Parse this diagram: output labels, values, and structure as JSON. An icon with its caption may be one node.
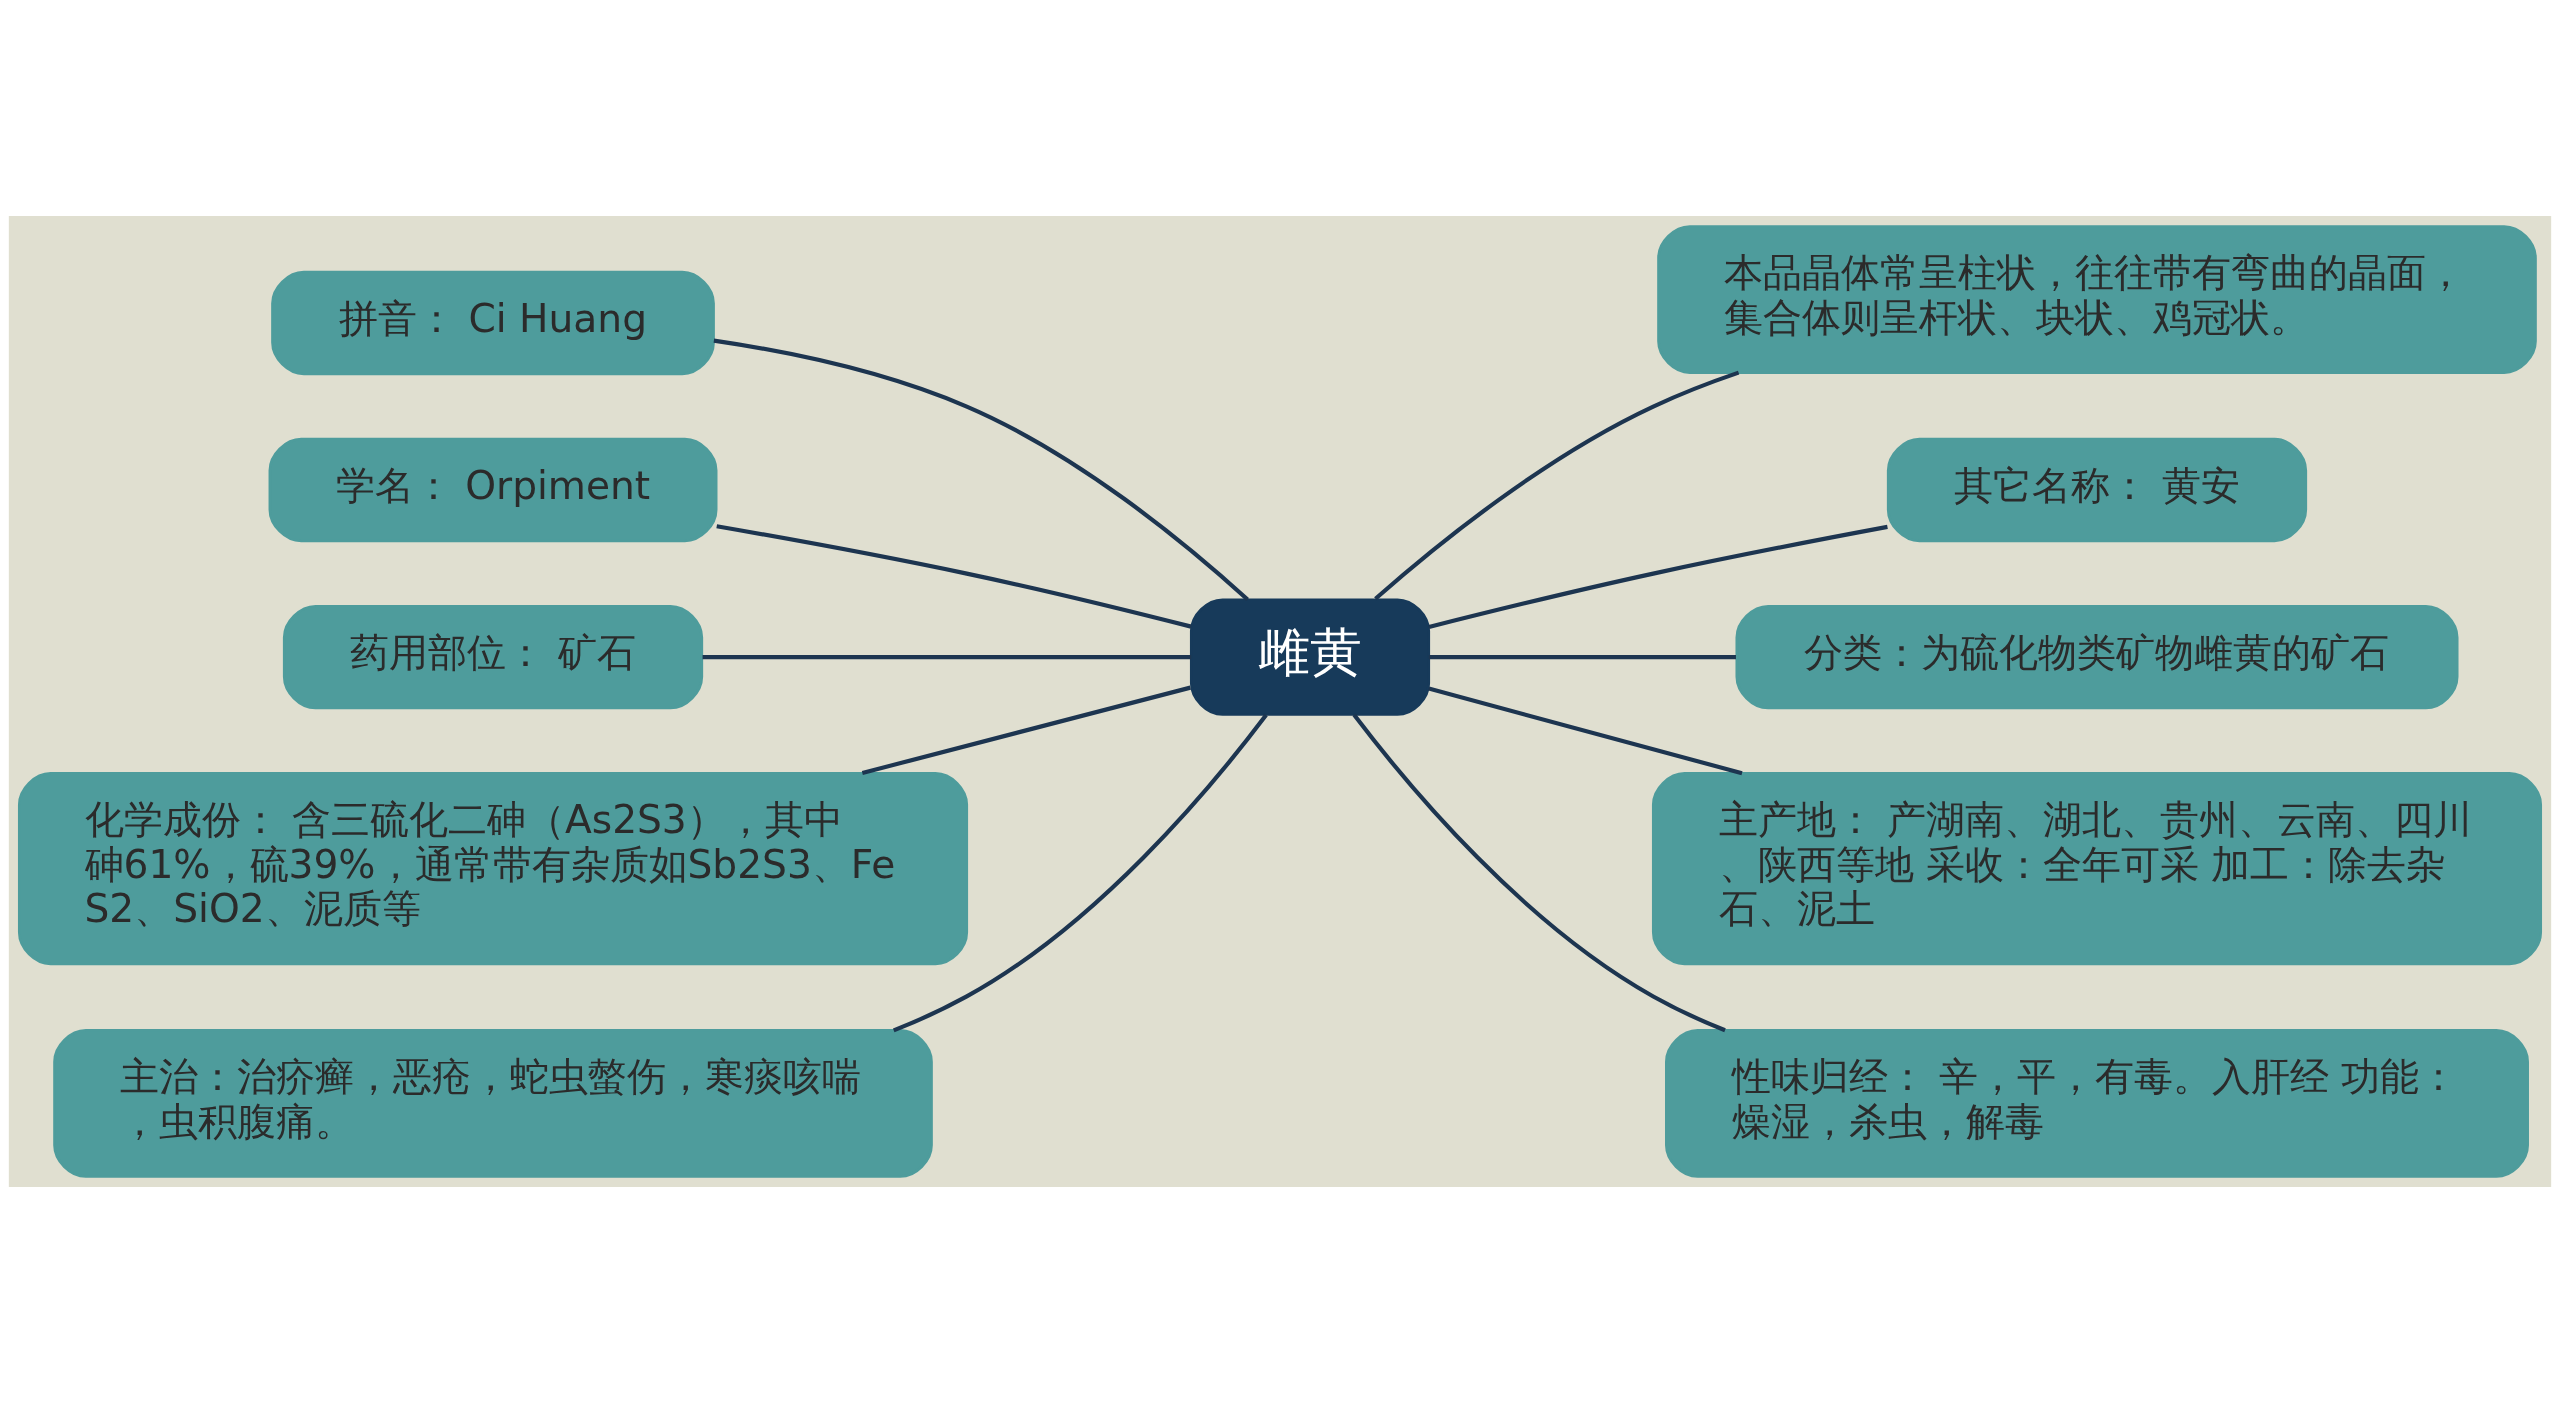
{
  "diagram": {
    "nodes": [
      {
        "text": [
          "雌黄"
        ]
      },
      {
        "text": [
          "拼音： Ci Huang"
        ]
      },
      {
        "text": [
          "学名： Orpiment"
        ]
      },
      {
        "text": [
          "药用部位： 矿石"
        ]
      },
      {
        "text": [
          "化学成份： 含三硫化二砷（As2S3），其中砷61%，硫39%，通常带有杂质如Sb2S3、FeS2、SiO2、泥质等"
        ]
      },
      {
        "text": [
          "主治：治疥癣，恶疮，蛇虫螫伤，寒痰咳喘，虫积腹痛。"
        ]
      },
      {
        "text": [
          "本品晶体常呈柱状，往往带有弯曲的晶面，集合体则呈杆状、块状、鸡冠状。"
        ]
      },
      {
        "text": [
          "其它名称： 黄安"
        ]
      },
      {
        "text": [
          "分类：为硫化物类矿物雌黄的矿石"
        ]
      },
      {
        "text": [
          "主产地： 产湖南、湖北、贵州、云南、四川、陕西等地 采收：全年可采 加工：除去杂石、泥土"
        ]
      },
      {
        "text": [
          "性味归经： 辛，平，有毒。入肝经 功能：燥湿，杀虫，解毒"
        ]
      }
    ],
    "edges": [
      {
        "from": 0,
        "to": 1,
        "arrow": "none"
      },
      {
        "from": 0,
        "to": 2,
        "arrow": "none"
      },
      {
        "from": 0,
        "to": 3,
        "arrow": "none"
      },
      {
        "from": 0,
        "to": 4,
        "arrow": "none"
      },
      {
        "from": 0,
        "to": 5,
        "arrow": "none"
      },
      {
        "from": 0,
        "to": 6,
        "arrow": "none"
      },
      {
        "from": 0,
        "to": 7,
        "arrow": "none"
      },
      {
        "from": 0,
        "to": 8,
        "arrow": "none"
      },
      {
        "from": 0,
        "to": 9,
        "arrow": "none"
      },
      {
        "from": 0,
        "to": 10,
        "arrow": "none"
      }
    ]
  }
}
